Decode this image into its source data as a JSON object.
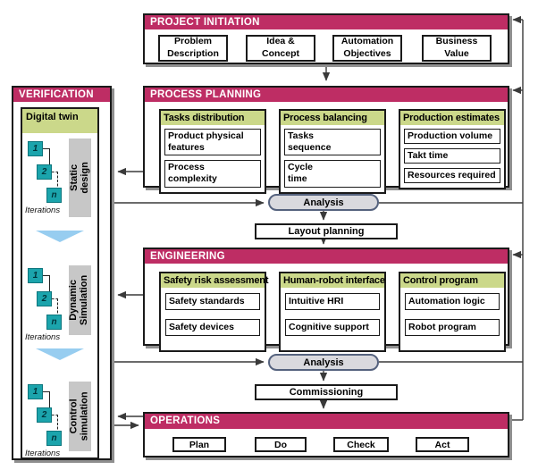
{
  "colors": {
    "magenta": "#BE2D64",
    "green": "#CBD88A",
    "teal": "#1BA4AC",
    "teal_border": "#0D767D",
    "gray_band": "#C7C7C7",
    "triangle_blue": "#97CDF0",
    "oval_fill": "#D9D9DE",
    "oval_border": "#55627E",
    "line": "#3A3A3A",
    "ink": "#1A1A1A"
  },
  "verification": {
    "title": "VERIFICATION",
    "digital_twin_label": "Digital twin",
    "iterations_label": "Iterations",
    "square_labels": [
      "1",
      "2",
      "n"
    ],
    "sections": [
      {
        "name": "Static\ndesign"
      },
      {
        "name": "Dynamic\nSimulation"
      },
      {
        "name": "Control\nsimulation"
      }
    ]
  },
  "project_initiation": {
    "title": "PROJECT INITIATION",
    "items": [
      "Problem\nDescription",
      "Idea &\nConcept",
      "Automation\nObjectives",
      "Business\nValue"
    ]
  },
  "process_planning": {
    "title": "PROCESS PLANNING",
    "panels": [
      {
        "title": "Tasks distribution",
        "items": [
          "Product physical\nfeatures",
          "Process\ncomplexity"
        ]
      },
      {
        "title": "Process balancing",
        "items": [
          "Tasks\nsequence",
          "Cycle\ntime"
        ]
      },
      {
        "title": "Production estimates",
        "items": [
          "Production volume",
          "Takt time",
          "Resources required"
        ]
      }
    ]
  },
  "flow": {
    "analysis_1": "Analysis",
    "layout_planning": "Layout planning",
    "analysis_2": "Analysis",
    "commissioning": "Commissioning"
  },
  "engineering": {
    "title": "ENGINEERING",
    "panels": [
      {
        "title": "Safety risk assessment",
        "items": [
          "Safety standards",
          "Safety devices"
        ]
      },
      {
        "title": "Human-robot interface",
        "items": [
          "Intuitive HRI",
          "Cognitive support"
        ]
      },
      {
        "title": "Control program",
        "items": [
          "Automation logic",
          "Robot program"
        ]
      }
    ]
  },
  "operations": {
    "title": "OPERATIONS",
    "steps": [
      "Plan",
      "Do",
      "Check",
      "Act"
    ]
  }
}
